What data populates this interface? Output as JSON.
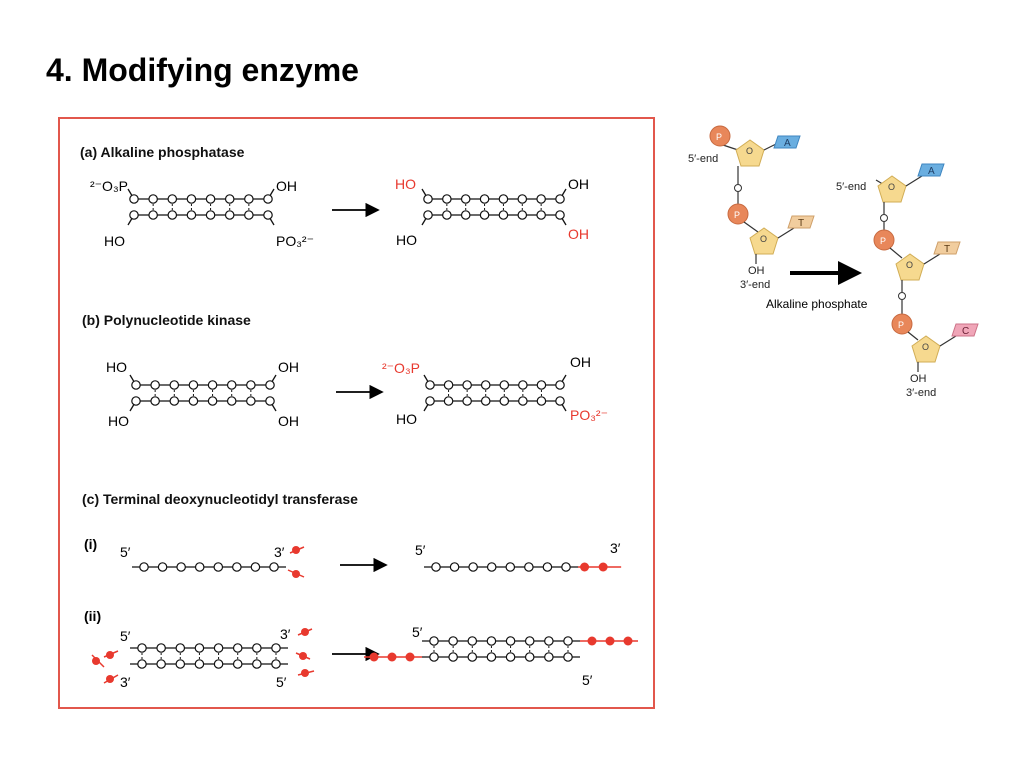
{
  "slide": {
    "title": "4. Modifying enzyme"
  },
  "colors": {
    "highlight": "#e8392e",
    "frame": "#e2574c",
    "phosphate": "#e8875a",
    "sugar": "#f6d98f",
    "base_a": "#6aaee0",
    "base_t": "#f1cd9e",
    "base_c": "#f0a6b8"
  },
  "panel_a": {
    "heading": "(a)  Alkaline phosphatase",
    "left": {
      "top_left": "²⁻O₃P",
      "top_right": "OH",
      "bottom_left": "HO",
      "bottom_right": "PO₃²⁻"
    },
    "right": {
      "top_left": "HO",
      "top_right": "OH",
      "bottom_left": "HO",
      "bottom_right": "OH"
    }
  },
  "panel_b": {
    "heading": "(b)  Polynucleotide kinase",
    "left": {
      "top_left": "HO",
      "top_right": "OH",
      "bottom_left": "HO",
      "bottom_right": "OH"
    },
    "right": {
      "top_left": "²⁻O₃P",
      "top_right": "OH",
      "bottom_left": "HO",
      "bottom_right": "PO₃²⁻"
    }
  },
  "panel_c": {
    "heading": "(c)  Terminal deoxynucleotidyl transferase",
    "i": {
      "label": "(i)",
      "left_5": "5′",
      "left_3": "3′",
      "right_5": "5′",
      "right_3": "3′"
    },
    "ii": {
      "label": "(ii)",
      "left_5_top": "5′",
      "left_3_top": "3′",
      "left_3_bottom": "3′",
      "left_5_bottom": "5′",
      "right_5_top": "5′",
      "right_5_bottom": "5′"
    }
  },
  "side_diagram": {
    "left": {
      "five_end": "5′-end",
      "three_end": "3′-end",
      "oh": "OH",
      "base1": "A",
      "base2": "T",
      "phosphate": "P"
    },
    "right": {
      "five_end": "5′-end",
      "three_end": "3′-end",
      "oh": "OH",
      "base1": "A",
      "base2": "T",
      "base3": "C",
      "phosphate": "P"
    },
    "arrow_label": "Alkaline phosphate"
  }
}
